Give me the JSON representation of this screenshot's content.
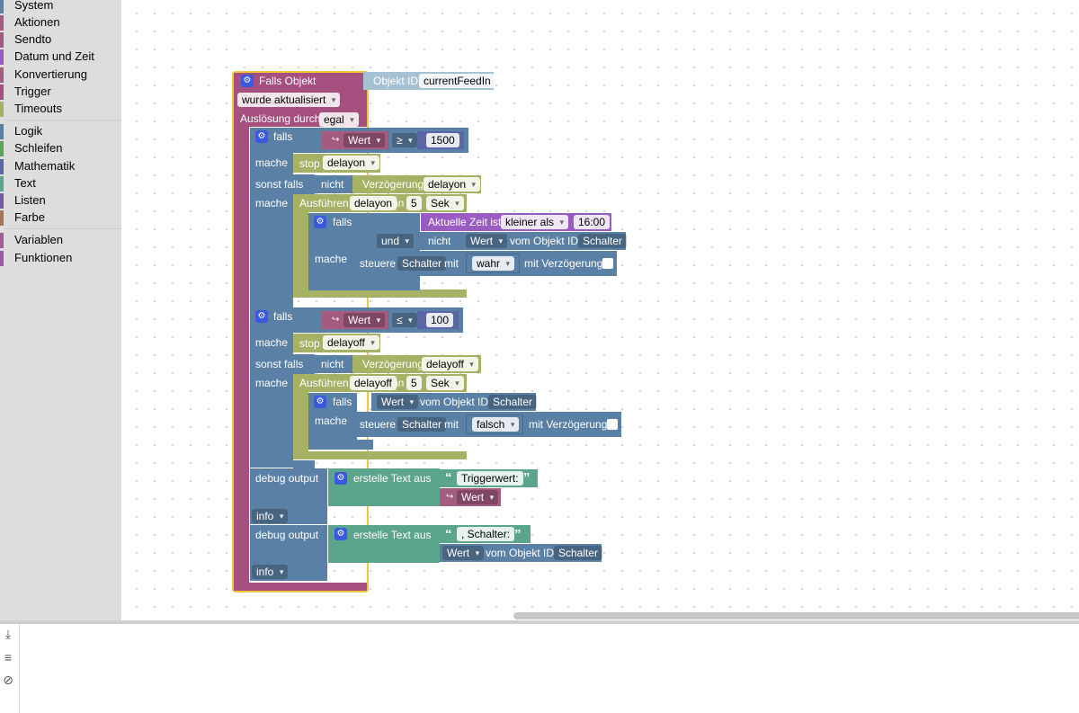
{
  "toolbox": {
    "items": [
      {
        "label": "System",
        "color": "#5b80a5"
      },
      {
        "label": "Aktionen",
        "color": "#a55b80"
      },
      {
        "label": "Sendto",
        "color": "#a55b80"
      },
      {
        "label": "Datum und Zeit",
        "color": "#9a5cc2"
      },
      {
        "label": "Konvertierung",
        "color": "#a55b80"
      },
      {
        "label": "Trigger",
        "color": "#a5507f"
      },
      {
        "label": "Timeouts",
        "color": "#a5b265"
      },
      {
        "label": "Logik",
        "color": "#5b80a5"
      },
      {
        "label": "Schleifen",
        "color": "#5ba55b"
      },
      {
        "label": "Mathematik",
        "color": "#5b67a5"
      },
      {
        "label": "Text",
        "color": "#5ba58c"
      },
      {
        "label": "Listen",
        "color": "#745ba5"
      },
      {
        "label": "Farbe",
        "color": "#a5745b"
      },
      {
        "label": "Variablen",
        "color": "#a55b99"
      },
      {
        "label": "Funktionen",
        "color": "#995ba5"
      }
    ]
  },
  "blocks": {
    "trigger": {
      "title": "Falls Objekt",
      "object_id_label": "Objekt ID",
      "object_id_value": "currentFeedIn",
      "event": "wurde aktualisiert",
      "triggered_by_label": "Auslösung durch",
      "triggered_by_value": "egal"
    },
    "if1": {
      "falls": "falls",
      "var": "Wert",
      "op": "≥",
      "num": "1500",
      "mache": "mache",
      "stop": "stop",
      "stop_name": "delayon",
      "sonst_falls": "sonst falls",
      "nicht": "nicht",
      "delay_label": "Verzögerung",
      "delay_name": "delayon",
      "mache2": "mache",
      "exec_label": "Ausführen",
      "exec_name": "delayon",
      "in": "in",
      "exec_num": "5",
      "exec_unit": "Sek",
      "inner_falls": "falls",
      "time_label": "Aktuelle Zeit ist",
      "time_op": "kleiner als",
      "time_val": "16:00",
      "und": "und",
      "nicht2": "nicht",
      "wert": "Wert",
      "vom_objekt": "vom Objekt ID",
      "objekt": "Schalter",
      "inner_mache": "mache",
      "steuere": "steuere",
      "steuere_obj": "Schalter",
      "mit": "mit",
      "bool": "wahr",
      "mit_verz": "mit Verzögerung"
    },
    "if2": {
      "falls": "falls",
      "var": "Wert",
      "op": "≤",
      "num": "100",
      "mache": "mache",
      "stop": "stop",
      "stop_name": "delayoff",
      "sonst_falls": "sonst falls",
      "nicht": "nicht",
      "delay_label": "Verzögerung",
      "delay_name": "delayoff",
      "mache2": "mache",
      "exec_label": "Ausführen",
      "exec_name": "delayoff",
      "in": "in",
      "exec_num": "5",
      "exec_unit": "Sek",
      "inner_falls": "falls",
      "wert": "Wert",
      "vom_objekt": "vom Objekt ID",
      "objekt": "Schalter",
      "inner_mache": "mache",
      "steuere": "steuere",
      "steuere_obj": "Schalter",
      "mit": "mit",
      "bool": "falsch",
      "mit_verz": "mit Verzögerung"
    },
    "debug1": {
      "label": "debug output",
      "create_text": "erstelle Text aus",
      "text1": "Triggerwert:",
      "var": "Wert",
      "level": "info"
    },
    "debug2": {
      "label": "debug output",
      "create_text": "erstelle Text aus",
      "text1": ", Schalter:",
      "wert": "Wert",
      "vom_objekt": "vom Objekt ID",
      "objekt": "Schalter",
      "level": "info"
    }
  },
  "bottom_tools": [
    {
      "icon": "download-icon",
      "glyph": "⤓"
    },
    {
      "icon": "list-icon",
      "glyph": "≡"
    },
    {
      "icon": "eye-off-icon",
      "glyph": "⊘"
    }
  ]
}
